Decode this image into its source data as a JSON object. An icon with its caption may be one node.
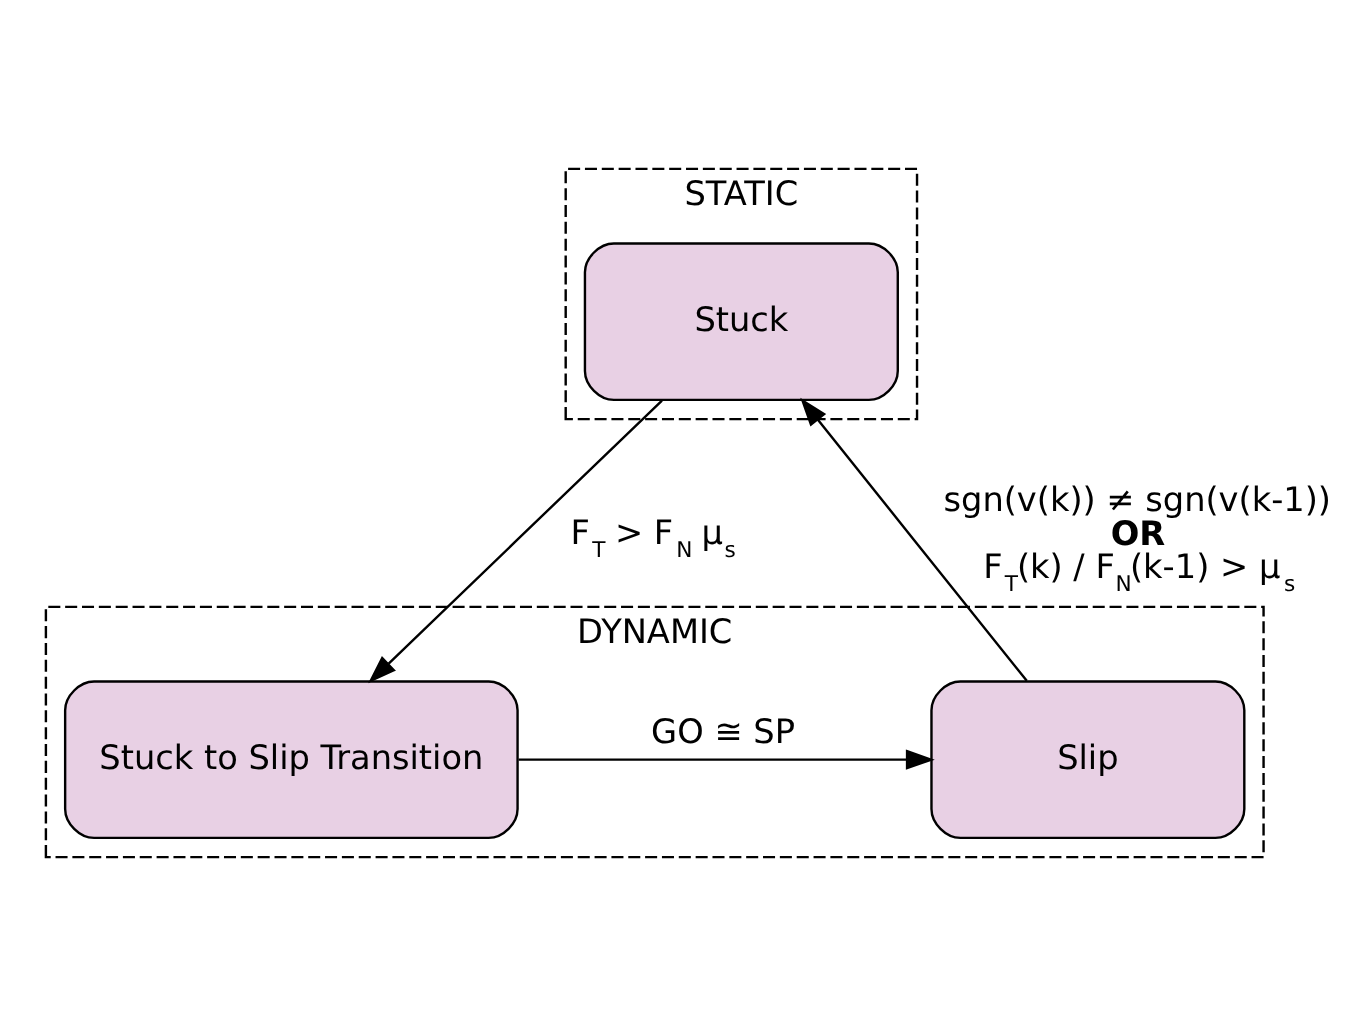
{
  "diagram": {
    "nodes": [
      {
        "text": [
          "STATIC"
        ]
      },
      {
        "text": [
          "Stuck"
        ],
        "in": 0
      },
      {
        "text": [
          "DYNAMIC"
        ]
      },
      {
        "text": [
          "Stuck to Slip Transition"
        ],
        "in": 2
      },
      {
        "text": [
          "Slip"
        ],
        "in": 2
      }
    ],
    "edges": [
      {
        "from": 1,
        "to": 3,
        "arrow": "to",
        "label": "F$_{T}$ > F$_{N}$ μ$_{s}$"
      },
      {
        "from": 3,
        "to": 4,
        "arrow": "to",
        "label": "GO ≅ SP"
      },
      {
        "from": 4,
        "to": 1,
        "arrow": "to",
        "label": "sgn(v(k)) ≠ sgn(v(k-1)) **OR** F$_{T}$(k) / F$_{N}$(k-1) > μ$_{s}$"
      }
    ]
  }
}
